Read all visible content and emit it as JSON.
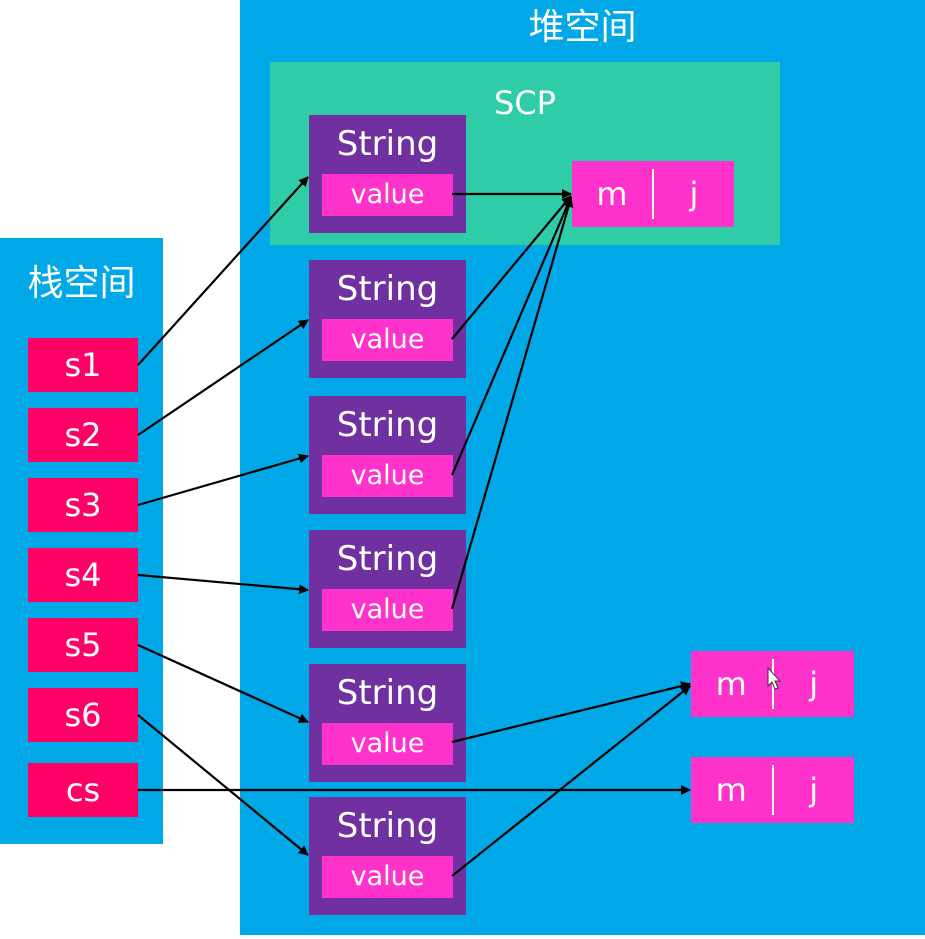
{
  "heap": {
    "title": "堆空间"
  },
  "stack": {
    "title": "栈空间",
    "vars": [
      "s1",
      "s2",
      "s3",
      "s4",
      "s5",
      "s6",
      "cs"
    ]
  },
  "scp": {
    "title": "SCP"
  },
  "string_object": {
    "class_label": "String",
    "field_label": "value"
  },
  "char_arrays": [
    {
      "chars": [
        "m",
        "j"
      ]
    },
    {
      "chars": [
        "m",
        "j"
      ]
    },
    {
      "chars": [
        "m",
        "j"
      ]
    }
  ],
  "colors": {
    "region": "#00A8E8",
    "scp": "#2ECDA7",
    "string_object": "#7030A0",
    "field": "#FF33CC",
    "stack_var": "#FF0066",
    "arrow": "#000000"
  }
}
